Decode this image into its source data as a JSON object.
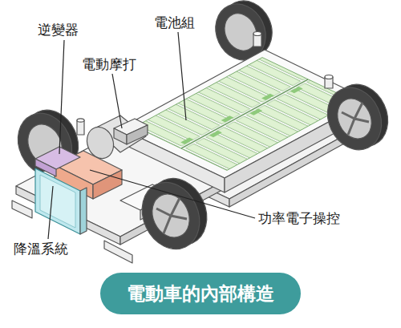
{
  "diagram": {
    "title": "電動車的內部構造",
    "labels": [
      "逆變器",
      "電池組",
      "電動摩打",
      "功率電子操控",
      "降溫系統"
    ]
  }
}
